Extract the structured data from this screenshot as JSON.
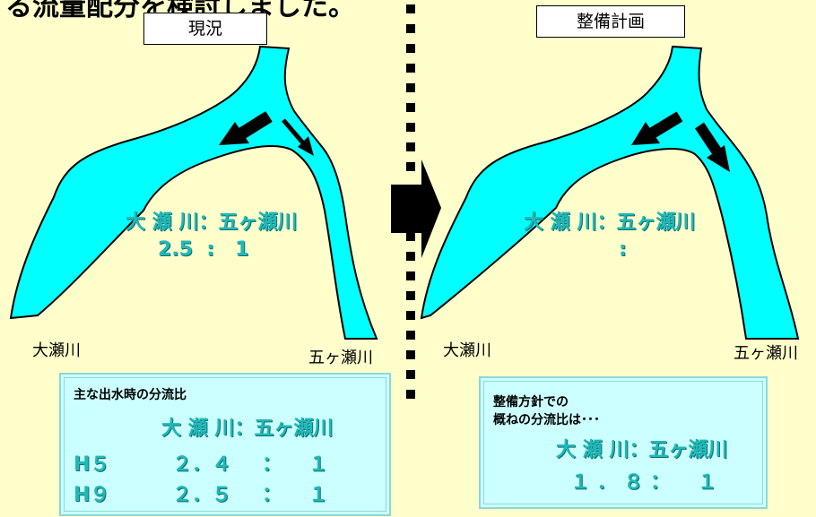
{
  "top_partial_text": "る流量配分を検討しました。",
  "left": {
    "caption": "現況",
    "ratio_header": "大 瀬 川：五ヶ瀬川",
    "ratio_values": "2.5  :   1",
    "label_oose": "大瀬川",
    "label_gokase": "五ヶ瀬川",
    "box": {
      "title": "主な出水時の分流比",
      "header": "大 瀬 川：五ヶ瀬川",
      "rows": [
        {
          "year": "H５",
          "oose": "２．４",
          "sep": "：",
          "gokase": "１"
        },
        {
          "year": "H９",
          "oose": "２．５",
          "sep": "：",
          "gokase": "１"
        }
      ]
    }
  },
  "right": {
    "caption": "整備計画",
    "ratio_header": "大 瀬 川：五ヶ瀬川",
    "ratio_values": ":",
    "label_oose": "大瀬川",
    "label_gokase": "五ヶ瀬川",
    "box": {
      "title_line1": "整備方針での",
      "title_line2": "概ねの分流比は･･･",
      "header": "大 瀬 川：五ヶ瀬川",
      "values": "１ ． ８ ：    １"
    }
  },
  "colors": {
    "background": "#ffffcc",
    "river": "#00ffff",
    "ratio_text": "#22b8b8",
    "box_fill": "#ccffff"
  }
}
